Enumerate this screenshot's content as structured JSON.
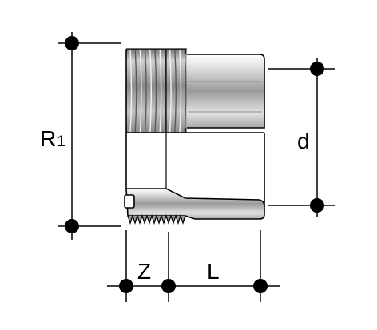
{
  "labels": {
    "r": "R",
    "r_sub": "1",
    "d": "d",
    "z": "Z",
    "l": "L"
  },
  "colors": {
    "line": "#000000",
    "body_light": "#e6e6e6",
    "body_mid": "#b0b0b0",
    "body_dark": "#7a7a7a",
    "background": "#ffffff"
  }
}
